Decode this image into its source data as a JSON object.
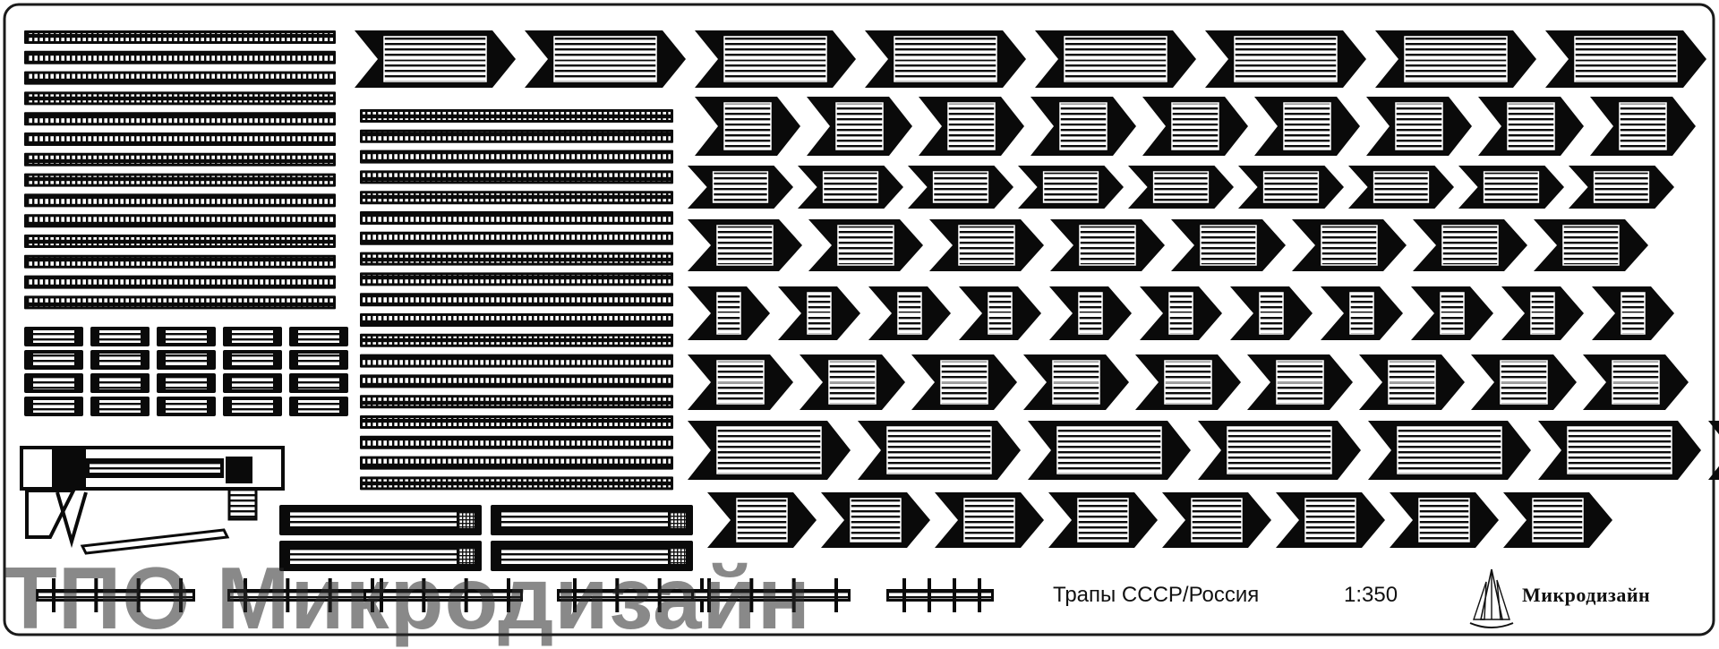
{
  "sheet": {
    "title": "Трапы СССР/Россия",
    "scale": "1:350",
    "brand": "Микродизайн",
    "watermark": "ТПО Микродизайн",
    "colors": {
      "ink": "#0a0a0a",
      "paper": "#ffffff",
      "border": "#1a1a1a"
    },
    "icons": {
      "logo": "sailboat-logo-icon"
    }
  }
}
